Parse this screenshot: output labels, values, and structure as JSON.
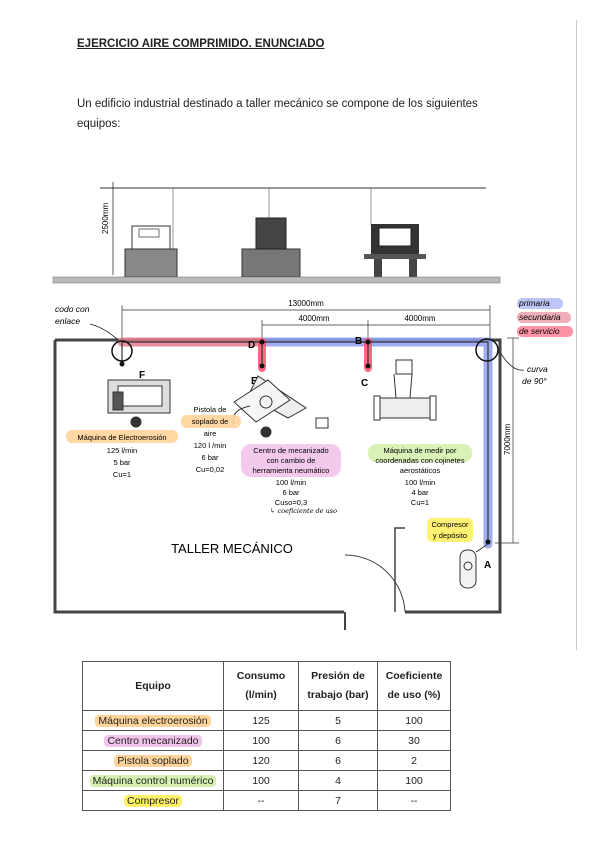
{
  "title": "EJERCICIO AIRE COMPRIMIDO. ENUNCIADO",
  "intro": "Un edificio industrial destinado a taller mecánico se compone de los siguientes equipos:",
  "elevation": {
    "height_label": "2500mm"
  },
  "plan": {
    "dim_total": "13000mm",
    "dim_seg1": "4000mm",
    "dim_seg2": "4000mm",
    "dim_vertical": "7000mm",
    "room_label": "TALLER MECÁNICO",
    "points": {
      "A": "A",
      "B": "B",
      "C": "C",
      "D": "D",
      "E": "E",
      "F": "F"
    },
    "equip_f": {
      "name": "Máquina de Electroerosión",
      "flow": "125 l/min",
      "pressure": "5 bar",
      "cu": "Cu=1"
    },
    "pistol": {
      "l1": "Pistola de",
      "l2": "soplado de",
      "l3": "aire",
      "flow": "120 l /min",
      "pressure": "6 bar",
      "cu": "Cu=0,02"
    },
    "center": {
      "l1": "Centro de mecanizado",
      "l2": "con cambio de",
      "l3": "herramienta neumático",
      "flow": "100 l/min",
      "pressure": "6 bar",
      "cu": "Cuso=0,3",
      "note": "↳ coeficiente de uso"
    },
    "measure": {
      "l1": "Máquina de medir por",
      "l2": "coordenadas con cojinetes",
      "l3": "aerostáticos",
      "flow": "100 l/min",
      "pressure": "4 bar",
      "cu": "Cu=1"
    },
    "compressor": {
      "l1": "Compresor",
      "l2": "y depósito"
    }
  },
  "annotations": {
    "codo_l1": "codo con",
    "codo_l2": "enlace",
    "legend_primaria": "primaria",
    "legend_secundaria": "secundaria",
    "legend_servicio": "de servicio",
    "curva_l1": "curva",
    "curva_l2": "de 90°"
  },
  "colors": {
    "primaria": "#8f9ef0",
    "secundaria": "#e57a8c",
    "servicio": "#ff4d6d",
    "yellow": "#fff06a",
    "orange": "#ffd49a",
    "pink": "#f2c4ea",
    "green": "#d6f0b0"
  },
  "table": {
    "headers": [
      {
        "l1": "Equipo",
        "l2": ""
      },
      {
        "l1": "Consumo",
        "l2": "(l/min)"
      },
      {
        "l1": "Presión de",
        "l2": "trabajo (bar)"
      },
      {
        "l1": "Coeficiente",
        "l2": "de uso (%)"
      }
    ],
    "rows": [
      {
        "equipo": "Máquina electroerosión",
        "consumo": "125",
        "presion": "5",
        "coef": "100"
      },
      {
        "equipo": "Centro mecanizado",
        "consumo": "100",
        "presion": "6",
        "coef": "30"
      },
      {
        "equipo": "Pistola soplado",
        "consumo": "120",
        "presion": "6",
        "coef": "2"
      },
      {
        "equipo": "Máquina control numérico",
        "consumo": "100",
        "presion": "4",
        "coef": "100"
      },
      {
        "equipo": "Compresor",
        "consumo": "--",
        "presion": "7",
        "coef": "--"
      }
    ]
  }
}
